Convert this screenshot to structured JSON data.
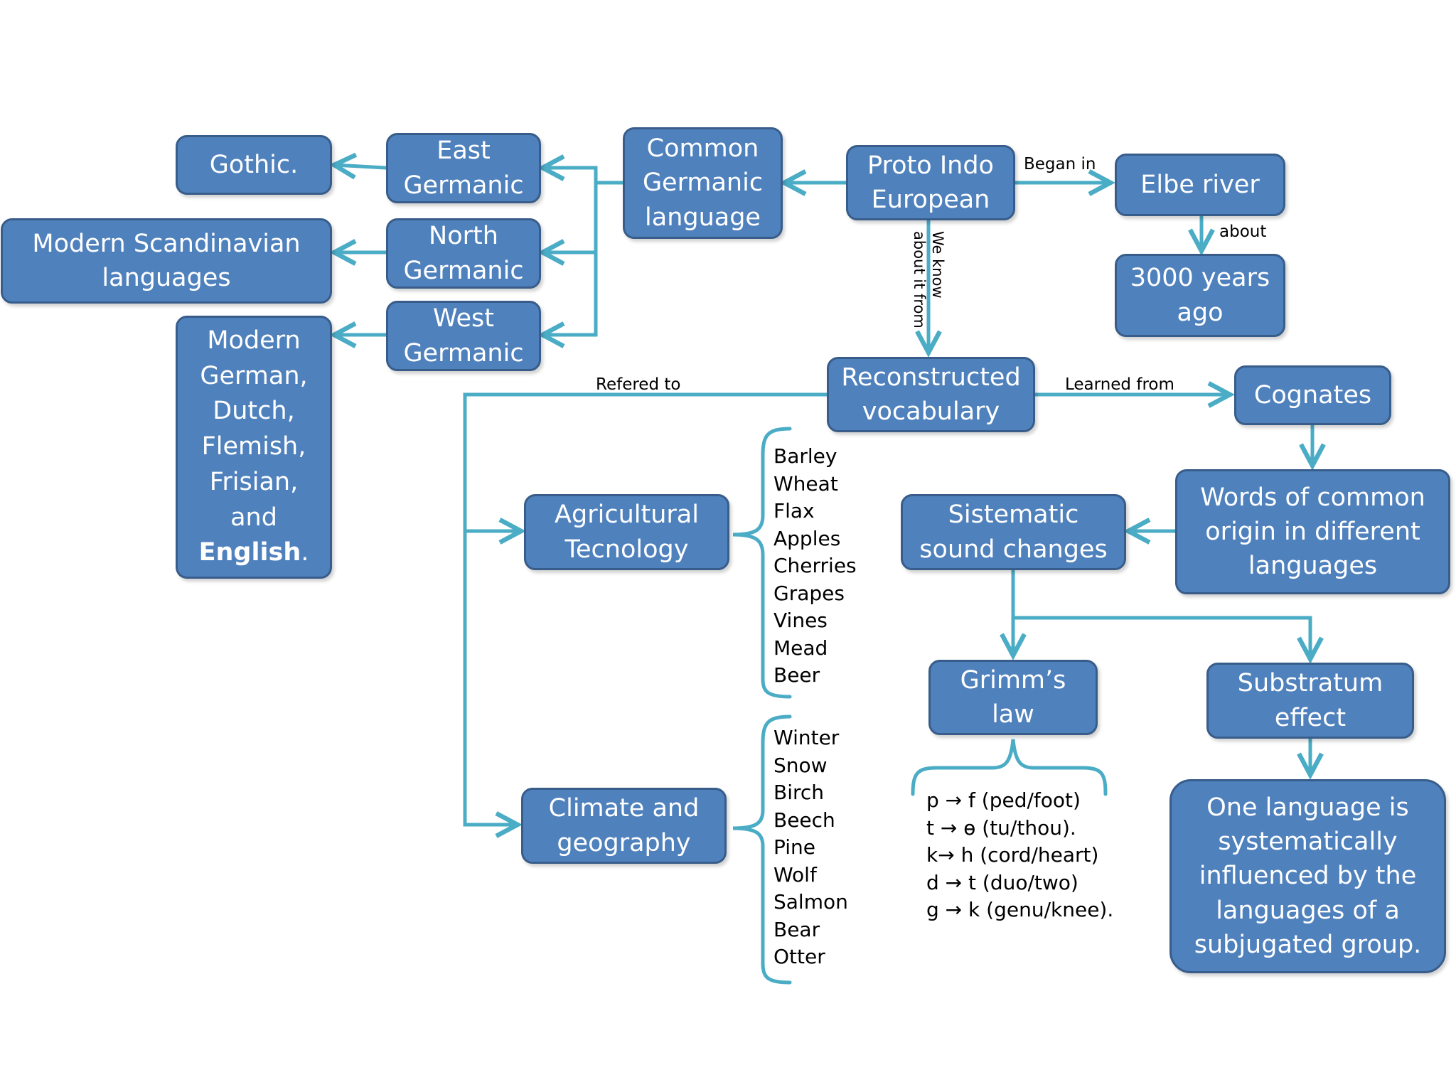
{
  "diagram": {
    "nodes": {
      "gothic": "Gothic.",
      "east_germanic": "East\nGermanic",
      "common_germanic": "Common\nGermanic\nlanguage",
      "proto_indo_european": "Proto Indo\nEuropean",
      "elbe_river": "Elbe river",
      "years_ago": "3000 years\nago",
      "modern_scandinavian": "Modern Scandinavian\nlanguages",
      "north_germanic": "North\nGermanic",
      "west_germanic": "West\nGermanic",
      "west_result_prefix": "Modern\nGerman,\nDutch,\nFlemish,\nFrisian,\nand\n",
      "west_result_emphasis": "English",
      "west_result_suffix": ".",
      "reconstructed_vocabulary": "Reconstructed\nvocabulary",
      "cognates": "Cognates",
      "agricultural_technology": "Agricultural\nTecnology",
      "systematic_sound_changes": "Sistematic\nsound changes",
      "words_common_origin": "Words of common\norigin in different\nlanguages",
      "grimms_law": "Grimm’s\nlaw",
      "substratum_effect": "Substratum\neffect",
      "climate_geography": "Climate and\ngeography",
      "substratum_definition": "One language is\nsystematically\ninfluenced by the\nlanguages of a\nsubjugated group."
    },
    "edge_labels": {
      "began_in": "Began in",
      "about": "about",
      "we_know": "We know\nabout it from",
      "refered_to": "Refered to",
      "learned_from": "Learned from"
    },
    "agricultural_words": [
      "Barley",
      "Wheat",
      "Flax",
      "Apples",
      "Cherries",
      "Grapes",
      "Vines",
      "Mead",
      "Beer"
    ],
    "climate_words": [
      "Winter",
      "Snow",
      "Birch",
      "Beech",
      "Pine",
      "Wolf",
      "Salmon",
      "Bear",
      "Otter"
    ],
    "sound_changes": [
      "p → f (ped/foot)",
      "t → ѳ (tu/thou).",
      "k→ h (cord/heart)",
      "d → t (duo/two)",
      "g → k (genu/knee)."
    ]
  },
  "colors": {
    "node_fill": "#4f81bd",
    "node_border": "#385d8a",
    "connector": "#4bacc6",
    "text_on_node": "#ffffff"
  }
}
